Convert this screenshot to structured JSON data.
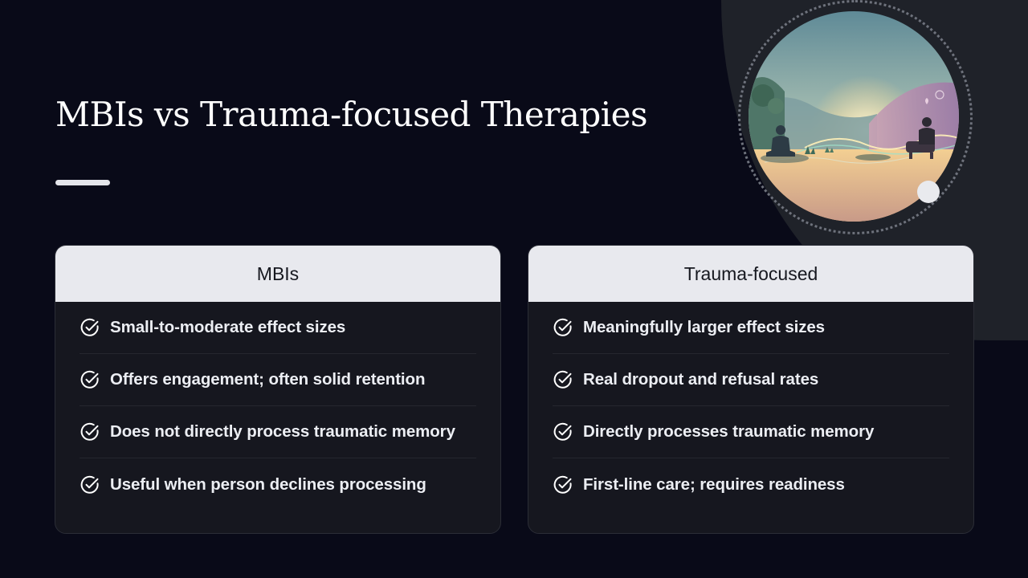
{
  "slide": {
    "title": "MBIs vs Trauma-focused Therapies"
  },
  "cards": [
    {
      "header": "MBIs",
      "items": [
        "Small-to-moderate effect sizes",
        "Offers engagement; often solid retention",
        "Does not directly process traumatic memory",
        "Useful when person declines processing"
      ]
    },
    {
      "header": "Trauma-focused",
      "items": [
        "Meaningfully larger effect sizes",
        "Real dropout and refusal rates",
        "Directly processes traumatic memory",
        "First-line care; requires readiness"
      ]
    }
  ],
  "icons": {
    "list_bullet": "check-circle-icon",
    "illustration": "meditation-landscape-illustration"
  },
  "colors": {
    "background": "#090a18",
    "card_background": "#16171f",
    "card_header_background": "#e8e9ee",
    "card_header_text": "#16181f",
    "accent_shape": "#1f2229"
  }
}
